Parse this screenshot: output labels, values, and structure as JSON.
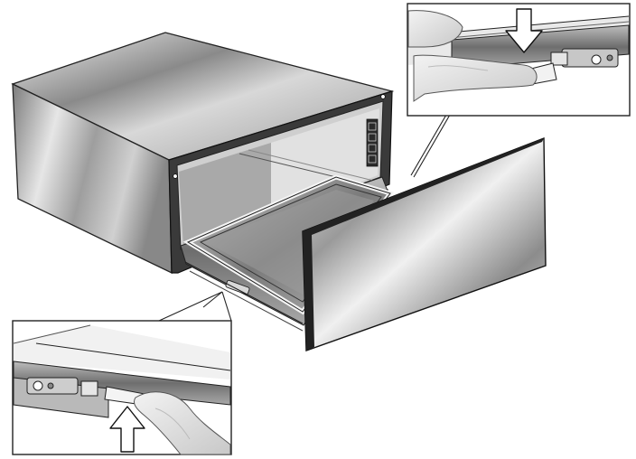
{
  "illustration": {
    "subject": "warming drawer",
    "steps": [
      {
        "step": "press-release-lever-right",
        "arrow_direction": "down",
        "icon": "down-arrow-icon"
      },
      {
        "step": "lift-release-lever-left",
        "arrow_direction": "up",
        "icon": "up-arrow-icon"
      }
    ],
    "control_panel_icons": [
      "control-button-icon",
      "control-button-icon",
      "control-button-icon",
      "control-button-icon"
    ]
  }
}
